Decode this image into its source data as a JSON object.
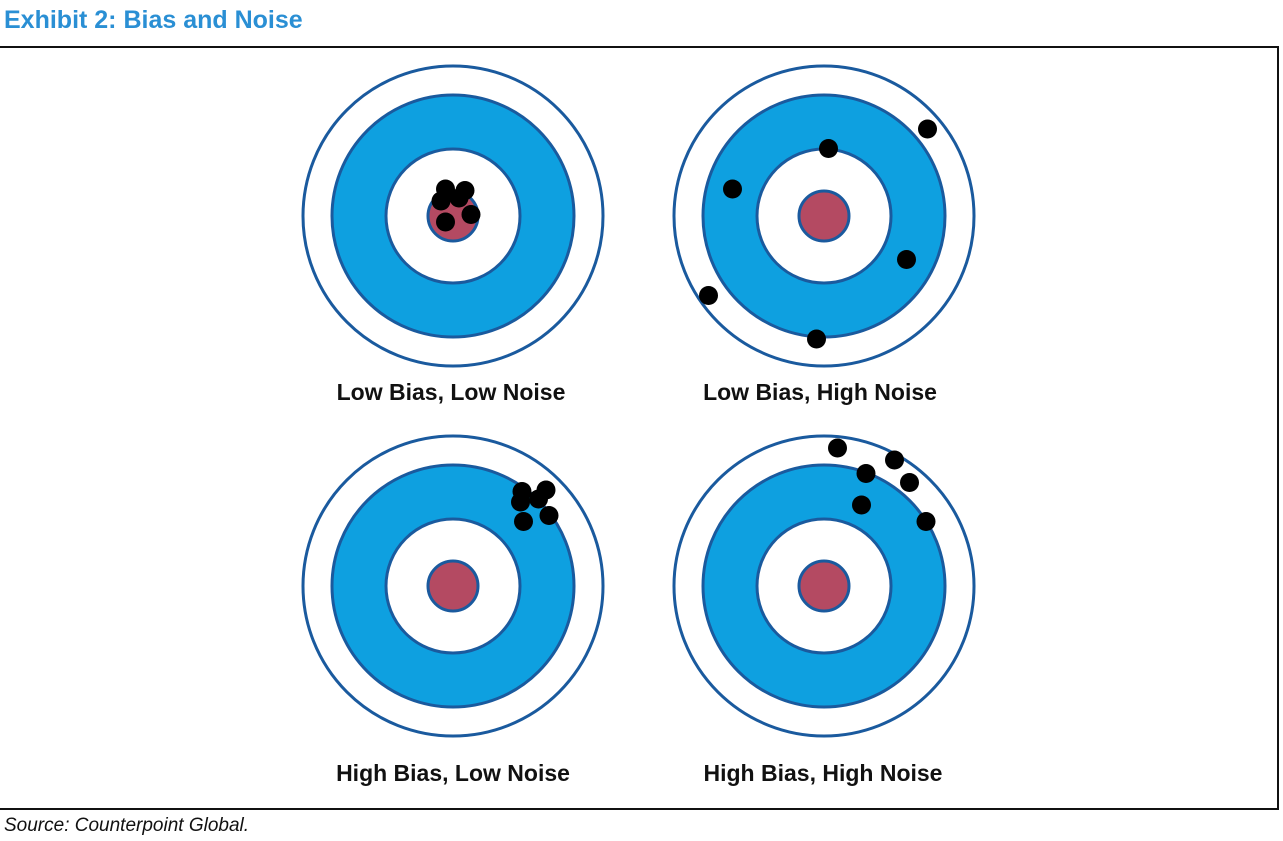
{
  "header": {
    "title": "Exhibit 2: Bias and Noise"
  },
  "colors": {
    "title": "#2a8fd4",
    "ring_outline": "#1a5a9e",
    "blue_ring": "#0ea0e0",
    "bullseye": "#b44a62",
    "shot": "#000000"
  },
  "targets": [
    {
      "label": "Low Bias, Low Noise",
      "shots": [
        {
          "dx": -0.05,
          "dy": -0.18
        },
        {
          "dx": 0.08,
          "dy": -0.17
        },
        {
          "dx": -0.08,
          "dy": -0.1
        },
        {
          "dx": 0.04,
          "dy": -0.12
        },
        {
          "dx": -0.05,
          "dy": 0.04
        },
        {
          "dx": 0.12,
          "dy": -0.01
        }
      ]
    },
    {
      "label": "Low Bias, High Noise",
      "shots": [
        {
          "dx": 0.69,
          "dy": -0.58
        },
        {
          "dx": 0.03,
          "dy": -0.45
        },
        {
          "dx": -0.61,
          "dy": -0.18
        },
        {
          "dx": 0.55,
          "dy": 0.29
        },
        {
          "dx": -0.77,
          "dy": 0.53
        },
        {
          "dx": -0.05,
          "dy": 0.82
        }
      ]
    },
    {
      "label": "High Bias, Low Noise",
      "shots": [
        {
          "dx": 0.46,
          "dy": -0.63
        },
        {
          "dx": 0.62,
          "dy": -0.64
        },
        {
          "dx": 0.45,
          "dy": -0.56
        },
        {
          "dx": 0.57,
          "dy": -0.58
        },
        {
          "dx": 0.47,
          "dy": -0.43
        },
        {
          "dx": 0.64,
          "dy": -0.47
        }
      ]
    },
    {
      "label": "High Bias, High Noise",
      "shots": [
        {
          "dx": 0.09,
          "dy": -0.92
        },
        {
          "dx": 0.47,
          "dy": -0.84
        },
        {
          "dx": 0.28,
          "dy": -0.75
        },
        {
          "dx": 0.57,
          "dy": -0.69
        },
        {
          "dx": 0.25,
          "dy": -0.54
        },
        {
          "dx": 0.68,
          "dy": -0.43
        }
      ]
    }
  ],
  "footer": {
    "source": "Source: Counterpoint Global."
  }
}
